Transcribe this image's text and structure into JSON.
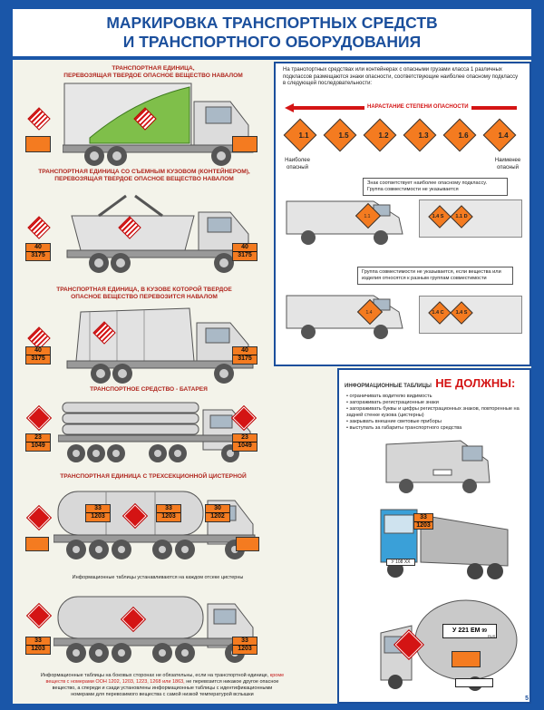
{
  "header": {
    "title_line1": "МАРКИРОВКА ТРАНСПОРТНЫХ СРЕДСТВ",
    "title_line2": "И ТРАНСПОРТНОГО ОБОРУДОВАНИЯ"
  },
  "left": {
    "sec1": {
      "line1": "ТРАНСПОРТНАЯ ЕДИНИЦА,",
      "line2": "ПЕРЕВОЗЯЩАЯ  ТВЕРДОЕ ОПАСНОЕ ВЕЩЕСТВО НАВАЛОМ"
    },
    "sec2": {
      "line1": "ТРАНСПОРТНАЯ ЕДИНИЦА СО СЪЕМНЫМ КУЗОВОМ (КОНТЕЙНЕРОМ),",
      "line2": "ПЕРЕВОЗЯЩАЯ ТВЕРДОЕ ОПАСНОЕ ВЕЩЕСТВО НАВАЛОМ",
      "plate_top": "40",
      "plate_bottom": "3175"
    },
    "sec3": {
      "line1": "ТРАНСПОРТНАЯ ЕДИНИЦА, В КУЗОВЕ КОТОРОЙ ТВЕРДОЕ",
      "line2": "ОПАСНОЕ ВЕЩЕСТВО ПЕРЕВОЗИТСЯ НАВАЛОМ",
      "plate_top": "40",
      "plate_bottom": "3175"
    },
    "sec4": {
      "title": "ТРАНСПОРТНОЕ СРЕДСТВО - БАТАРЕЯ",
      "plate_top": "23",
      "plate_bottom": "1049"
    },
    "sec5": {
      "title": "ТРАНСПОРТНАЯ ЕДИНИЦА С ТРЕХСЕКЦИОННОЙ ЦИСТЕРНОЙ",
      "plates": [
        {
          "top": "33",
          "bottom": "1203"
        },
        {
          "top": "33",
          "bottom": "1203"
        },
        {
          "top": "30",
          "bottom": "1202"
        }
      ],
      "note": "Информационные таблицы устанавливаются на каждом отсеке цистерны"
    },
    "sec6": {
      "plate_top": "33",
      "plate_bottom": "1203"
    },
    "bottom_note": {
      "part1": "Информационные таблицы на боковых сторонах не обязательны, если на транспортной единице,",
      "part2_red": "кроме веществ с номерами ООН 1202, 1203, 1223, 1268  или 1863,",
      "part3": "не перевозится никакое другое опасное вещество, а спереди и сзади установлены информационные таблицы с идентификационными номерами для перевозимого вещества с самой низкой температурой вспышки"
    }
  },
  "top_right": {
    "intro": "На транспортных средствах или контейнерах с опасными грузами класса 1 различных подклассов размещаются знаки опасности, соответствующие наиболее опасному подклассу в следующей последовательности:",
    "arrow_label": "НАРАСТАНИЕ СТЕПЕНИ ОПАСНОСТИ",
    "signs": [
      "1.1",
      "1.5",
      "1.2",
      "1.3",
      "1.6",
      "1.4"
    ],
    "most_dangerous": "Наиболее опасный",
    "least_dangerous": "Наименее опасный",
    "callout1": "Знак соответствует наиболее опасному подклассу. Группа совместимости не указывается",
    "callout2": "Группа совместимости не указывается, если вещества или изделия относятся к разным группам совместимости",
    "van1_sign": "1.1",
    "van2_sign": "1.4",
    "box1_signs": [
      {
        "num": "1.4",
        "grp": "S"
      },
      {
        "num": "1.1",
        "grp": "D"
      }
    ],
    "box2_signs": [
      {
        "num": "1.4",
        "grp": "C"
      },
      {
        "num": "1.4",
        "grp": "S"
      }
    ]
  },
  "bottom_right": {
    "title_small": "ИНФОРМАЦИОННЫЕ ТАБЛИЦЫ",
    "title_big": "НЕ ДОЛЖНЫ:",
    "rules": [
      "ограничивать водителю видимость",
      "загораживать регистрационные знаки",
      "загораживать буквы и цифры регистрационных знаков, повторенные на задней стенке кузова (цистерны)",
      "закрывать внешние световые приборы",
      "выступать за габариты транспортного средства"
    ],
    "truck_plate_top": "33",
    "truck_plate_bottom": "1203",
    "truck_reg": "У 108 ХХ",
    "tank_reg": "У 221 ЕМ",
    "tank_reg_region": "99",
    "tank_rus": "RUS"
  },
  "page_number": "5"
}
